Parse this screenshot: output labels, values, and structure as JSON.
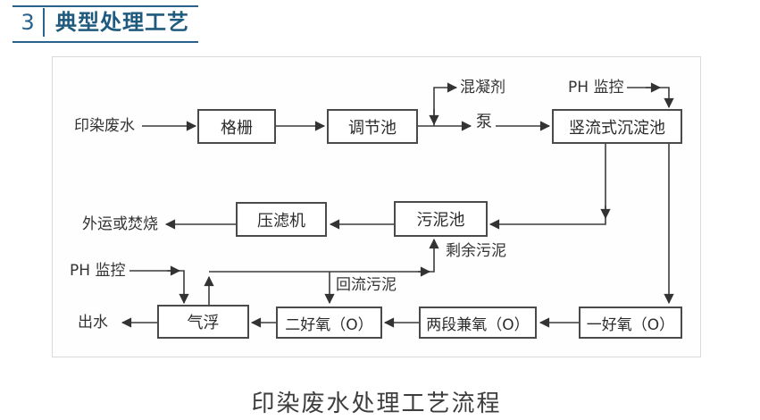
{
  "header": {
    "number": "3",
    "title": "典型处理工艺"
  },
  "caption": "印染废水处理工艺流程",
  "colors": {
    "accent_blue": "#2a628e",
    "title_blue": "#1d5a7e",
    "diagram_line": "#3c3c3c",
    "panel_border": "#d9d9d9",
    "text": "#333333"
  },
  "flowchart": {
    "boxes": [
      {
        "id": "grille",
        "label": "格栅"
      },
      {
        "id": "regulating-tank",
        "label": "调节池"
      },
      {
        "id": "vertical-flow-sedimentation-tank",
        "label": "竖流式沉淀池"
      },
      {
        "id": "filter-press",
        "label": "压滤机"
      },
      {
        "id": "sludge-tank",
        "label": "污泥池"
      },
      {
        "id": "air-flotation",
        "label": "气浮"
      },
      {
        "id": "second-aerobic",
        "label": "二好氧（O）"
      },
      {
        "id": "two-stage-facultative",
        "label": "两段兼氧（O）"
      },
      {
        "id": "first-aerobic",
        "label": "一好氧（O）"
      }
    ],
    "labels": [
      {
        "id": "influent",
        "text": "印染废水"
      },
      {
        "id": "coagulant",
        "text": "混凝剂"
      },
      {
        "id": "pump",
        "text": "泵"
      },
      {
        "id": "ph-monitor-top",
        "text": "PH 监控"
      },
      {
        "id": "external-disposal",
        "text": "外运或焚烧"
      },
      {
        "id": "excess-sludge",
        "text": "剩余污泥"
      },
      {
        "id": "return-sludge",
        "text": "回流污泥"
      },
      {
        "id": "ph-monitor-bottom",
        "text": "PH 监控"
      },
      {
        "id": "effluent",
        "text": "出水"
      }
    ]
  }
}
